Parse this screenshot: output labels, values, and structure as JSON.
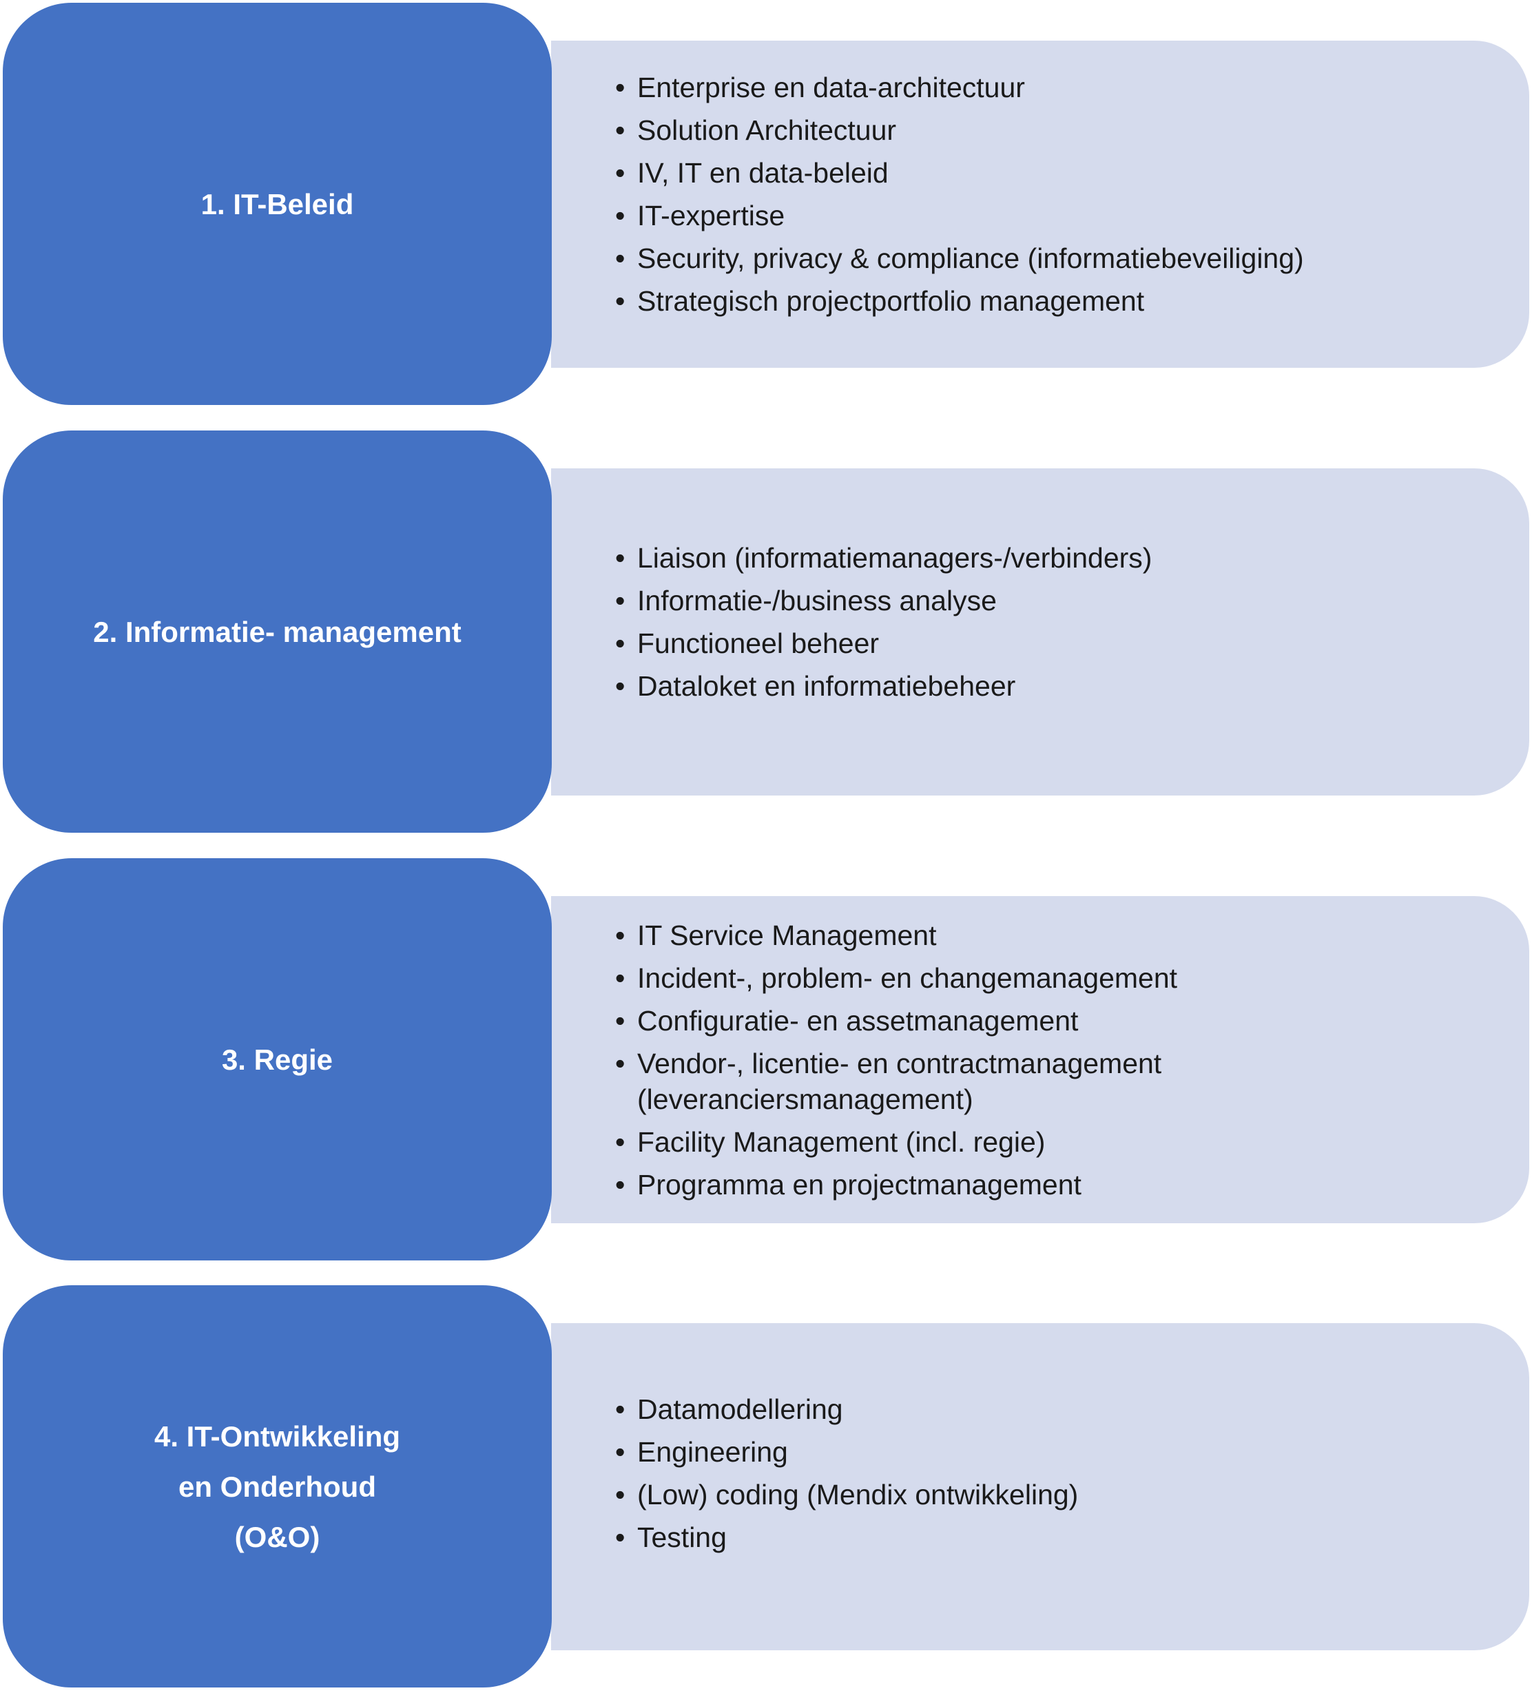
{
  "blocks": [
    {
      "title": "1. IT-Beleid",
      "items": [
        "Enterprise en data-architectuur",
        "Solution Architectuur",
        "IV, IT en data-beleid",
        "IT-expertise",
        "Security, privacy & compliance (informatiebeveiliging)",
        "Strategisch projectportfolio management"
      ]
    },
    {
      "title": "2. Informatie- management",
      "items": [
        "Liaison (informatiemanagers-/verbinders)",
        "Informatie-/business analyse",
        "Functioneel beheer",
        "Dataloket en informatiebeheer"
      ]
    },
    {
      "title": "3. Regie",
      "items": [
        "IT Service Management",
        "Incident-, problem- en changemanagement",
        "Configuratie- en assetmanagement",
        "Vendor-, licentie- en contractmanagement (leveranciersmanagement)",
        "Facility Management (incl. regie)",
        "Programma en projectmanagement"
      ]
    },
    {
      "title": "4. IT-Ontwikkeling\nen Onderhoud\n(O&O)",
      "items": [
        "Datamodellering",
        "Engineering",
        "(Low) coding (Mendix ontwikkeling)",
        "Testing"
      ]
    }
  ],
  "bullet": "•",
  "colors": {
    "label_fill": "#4472c4",
    "label_text": "#ffffff",
    "content_fill": "#d5dbed",
    "content_text": "#1a1a1a"
  }
}
